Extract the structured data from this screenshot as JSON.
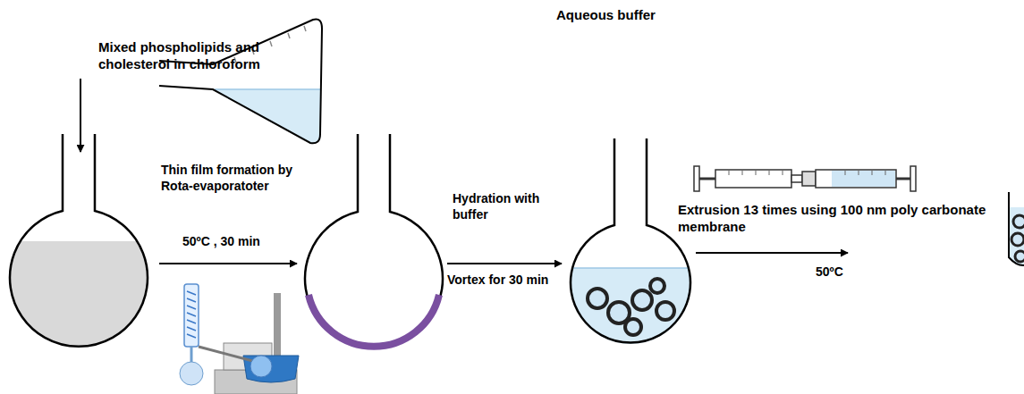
{
  "diagram": {
    "labels": [
      "Mixed phospholipids and cholesterol in chloroform",
      "Aqueous buffer",
      "Thin film formation by Rota-evaporatoter",
      "50ºC , 30 min",
      "Hydration with buffer",
      "Vortex for 30 min",
      "Extrusion 13 times using 100 nm poly carbonate membrane",
      "50ºC"
    ]
  }
}
